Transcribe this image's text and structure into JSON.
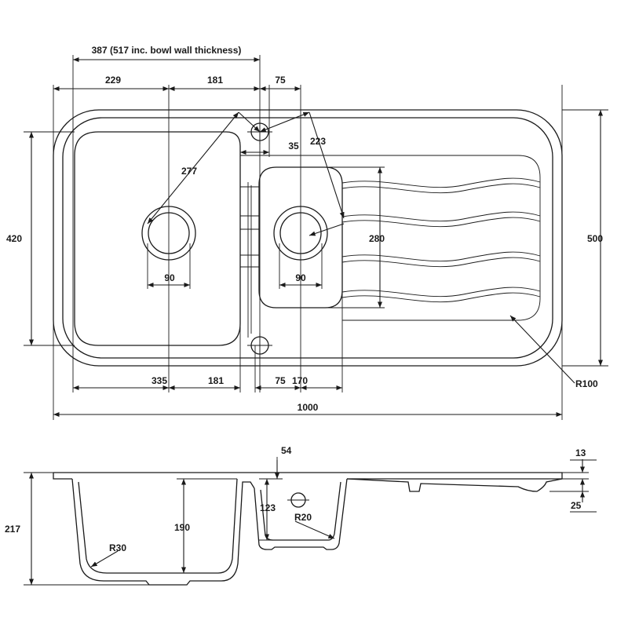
{
  "plan_view": {
    "dimensions": {
      "bowl_width_note": "387 (517 inc. bowl wall thickness)",
      "left_offset": "229",
      "centre_to_tap": "181",
      "tap_hole_width": "75",
      "tap_gap": "35",
      "diag_large_bowl": "277",
      "diag_small_bowl": "223",
      "height_large_bowl": "420",
      "height_small_bowl": "280",
      "overall_depth": "500",
      "waste_large": "90",
      "waste_small": "90",
      "bottom_large_bowl": "335",
      "bottom_centre": "181",
      "bottom_overflow": "75",
      "bottom_small_bowl": "170",
      "overall_length": "1000",
      "corner_radius": "R100"
    }
  },
  "section_view": {
    "dimensions": {
      "overflow_top": "54",
      "rim_thickness": "13",
      "overall_height": "217",
      "bowl_depth": "190",
      "small_bowl_depth": "123",
      "overflow_radius": "R20",
      "bowl_radius": "R30",
      "drainer_step": "25"
    }
  }
}
